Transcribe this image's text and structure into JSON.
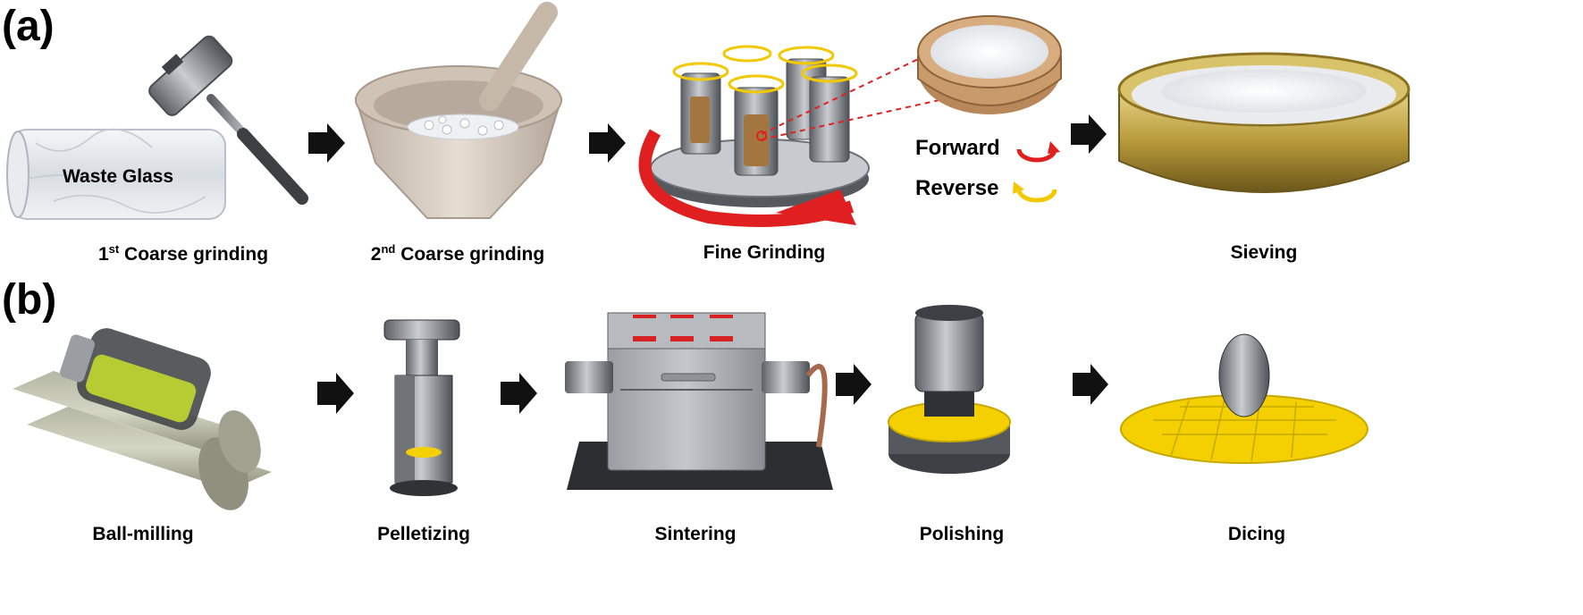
{
  "panels": {
    "a": {
      "label": "(a)",
      "glass_label": "Waste Glass",
      "steps": [
        {
          "pre": "1",
          "sup": "st",
          "post": " Coarse grinding"
        },
        {
          "pre": "2",
          "sup": "nd",
          "post": " Coarse grinding"
        },
        {
          "pre": "Fine Grinding",
          "sup": "",
          "post": ""
        },
        {
          "pre": "Sieving",
          "sup": "",
          "post": ""
        }
      ],
      "legend": {
        "forward": "Forward",
        "reverse": "Reverse"
      }
    },
    "b": {
      "label": "(b)",
      "steps": [
        "Ball-milling",
        "Pelletizing",
        "Sintering",
        "Polishing",
        "Dicing"
      ]
    }
  },
  "colors": {
    "arrow": "#111111",
    "forward": "#e02020",
    "reverse": "#f2c800",
    "gold": "#f5d000",
    "wood": "#c99a6a",
    "ceramic": "#d9cfc4",
    "steel": "#8a8f95"
  }
}
